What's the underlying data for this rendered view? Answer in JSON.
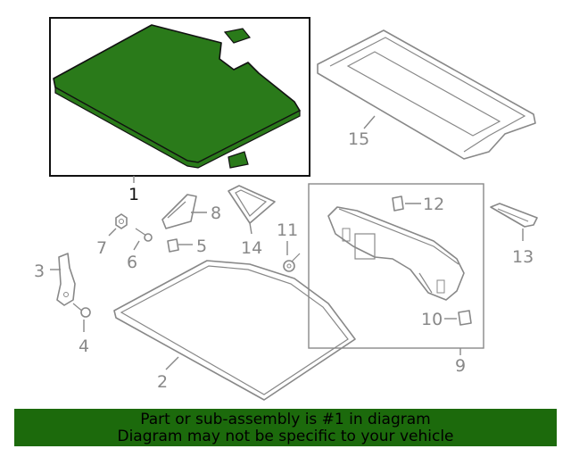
{
  "callouts": {
    "c1": "1",
    "c2": "2",
    "c3": "3",
    "c4": "4",
    "c5": "5",
    "c6": "6",
    "c7": "7",
    "c8": "8",
    "c9": "9",
    "c10": "10",
    "c11": "11",
    "c12": "12",
    "c13": "13",
    "c14": "14",
    "c15": "15"
  },
  "highlight_callout": "1",
  "banner": {
    "line1": "Part or sub-assembly is #1 in diagram",
    "line2": "Diagram may not be specific to your vehicle"
  },
  "colors": {
    "highlight_fill": "#2a7a1a",
    "banner_bg": "#1c6a0c",
    "line_gray": "#888888"
  }
}
